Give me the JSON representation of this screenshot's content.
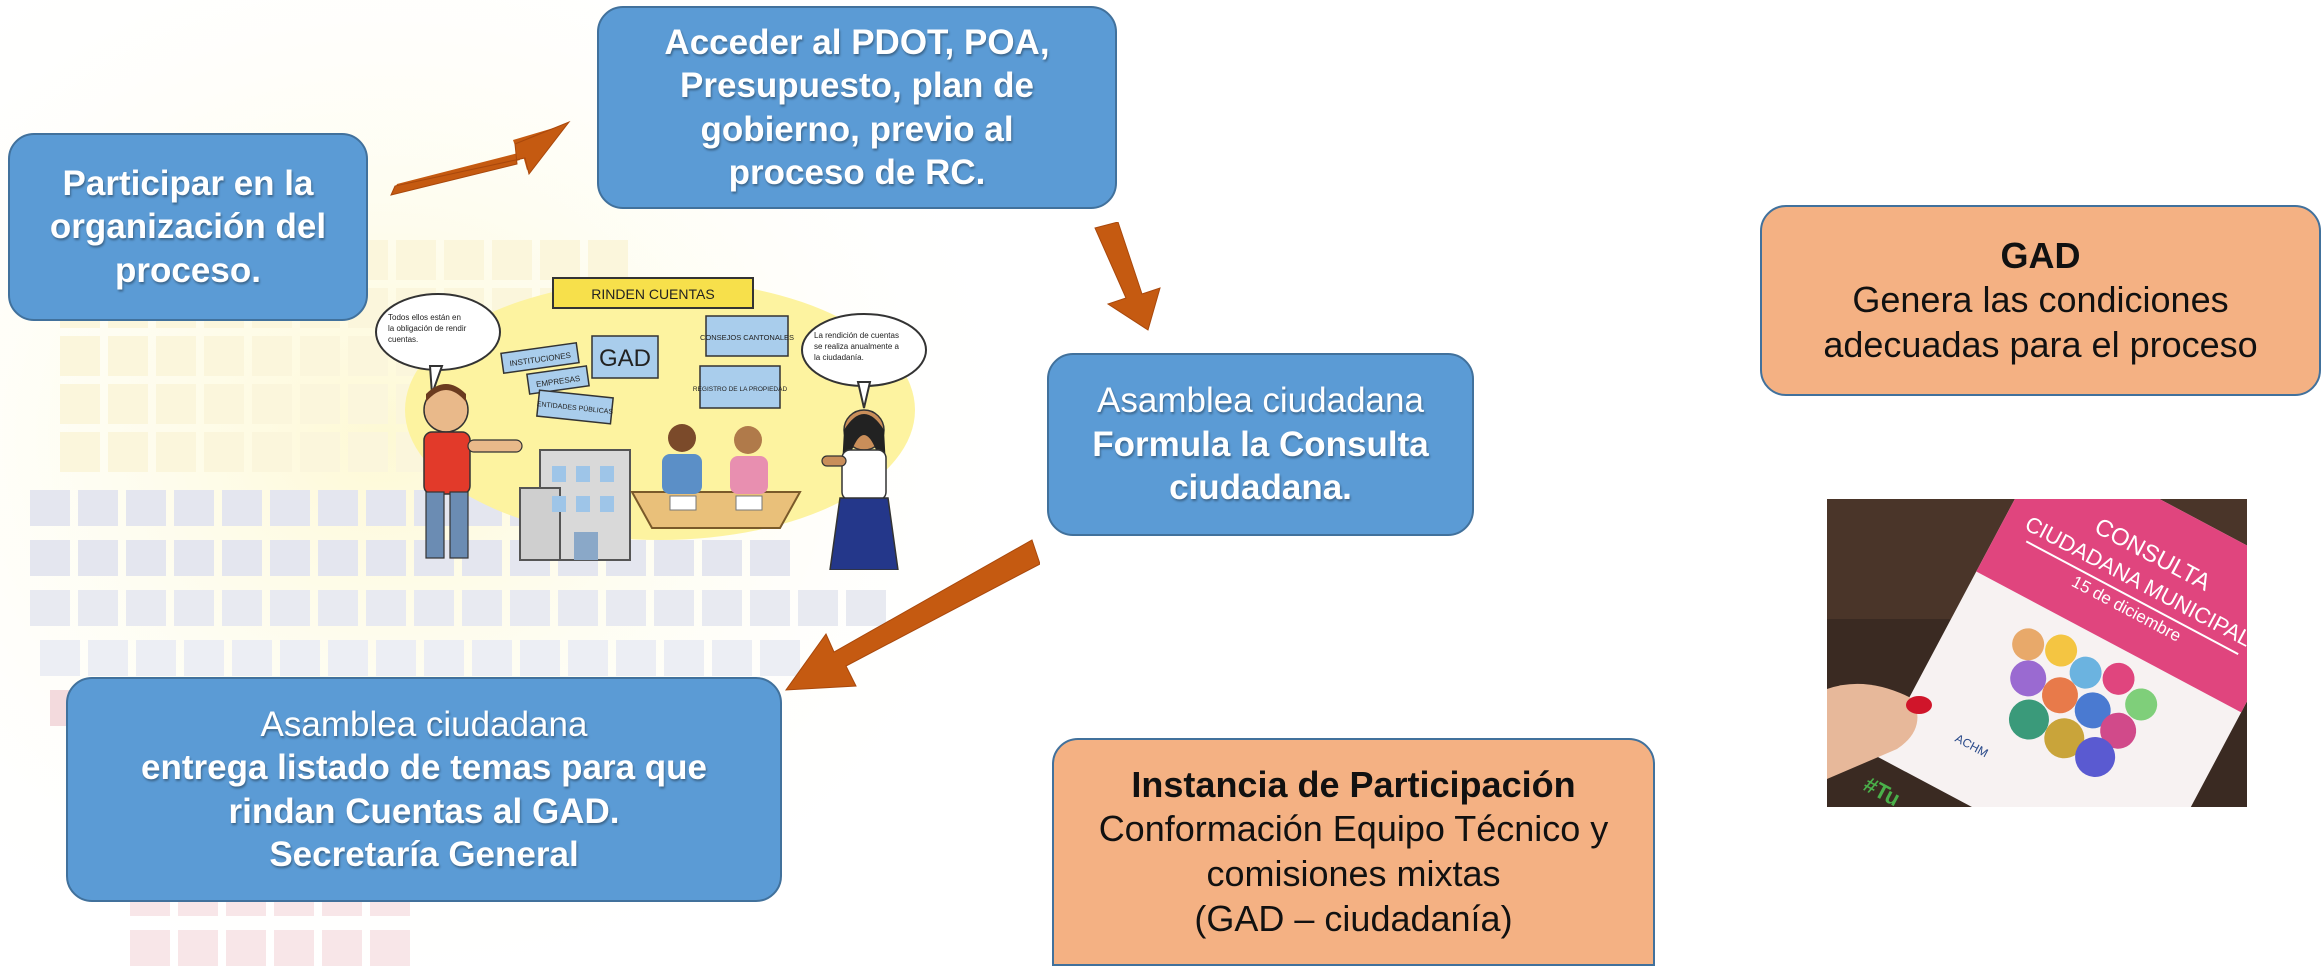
{
  "boxes": {
    "participar": {
      "lines": [
        "Participar en la",
        "organización del",
        "proceso."
      ]
    },
    "acceder": {
      "lines": [
        "Acceder al PDOT, POA,",
        "Presupuesto, plan de",
        "gobierno, previo al",
        "proceso de RC."
      ]
    },
    "asamblea_formula": {
      "title": "Asamblea ciudadana",
      "lines": [
        "Formula la Consulta",
        "ciudadana."
      ]
    },
    "asamblea_entrega": {
      "title": "Asamblea ciudadana",
      "lines": [
        "entrega listado de temas para  que",
        "rindan Cuentas al GAD.",
        "Secretaría General"
      ]
    },
    "gad": {
      "title": "GAD",
      "lines": [
        "Genera las condiciones",
        "adecuadas para el proceso"
      ]
    },
    "instancia": {
      "title": "Instancia de Participación",
      "lines": [
        "Conformación Equipo Técnico y",
        "comisiones mixtas",
        "(GAD – ciudadanía)"
      ]
    }
  },
  "illustration": {
    "banner": "RINDEN CUENTAS",
    "left_bubble": [
      "Todos ellos están en",
      "la obligación de rendir",
      "cuentas."
    ],
    "right_bubble": [
      "La rendición de cuentas",
      "se realiza anualmente a",
      "la ciudadanía."
    ],
    "signs": [
      "INSTITUCIONES",
      "EMPRESAS",
      "GAD",
      "ENTIDADES PÚBLICAS",
      "CONSEJOS CANTONALES",
      "REGISTRO DE LA PROPIEDAD"
    ]
  },
  "photo": {
    "lines": [
      "CONSULTA",
      "CIUDADANA MUNICIPAL",
      "15 de diciembre"
    ],
    "hashtag": "#Tu",
    "brand": "ACHM"
  },
  "colors": {
    "blue_box": "#5b9bd5",
    "blue_border": "#41719c",
    "orange_box": "#f4b183",
    "arrow": "#c55a11"
  }
}
